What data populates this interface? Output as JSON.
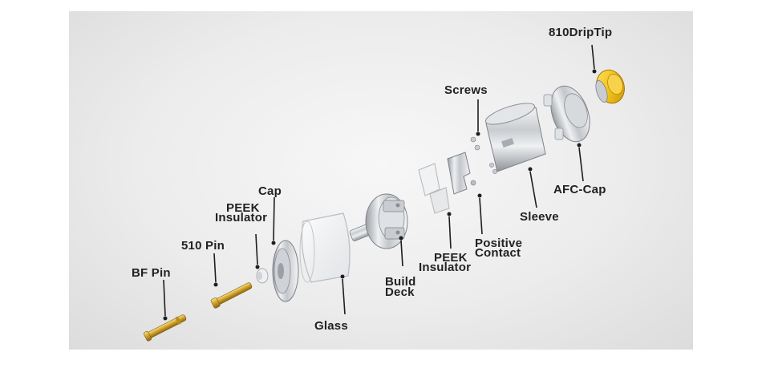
{
  "labels": {
    "drip_tip": "810DripTip",
    "screws": "Screws",
    "afc_cap": "AFC-Cap",
    "sleeve": "Sleeve",
    "positive_contact_1": "Positive",
    "positive_contact_2": "Contact",
    "peek_insulator_deck_1": "PEEK",
    "peek_insulator_deck_2": "Insulator",
    "build_deck_1": "Build",
    "build_deck_2": "Deck",
    "cap": "Cap",
    "peek_insulator_pin_1": "PEEK",
    "peek_insulator_pin_2": "Insulator",
    "pin_510": "510 Pin",
    "bf_pin": "BF Pin",
    "glass": "Glass"
  },
  "colors": {
    "background": "#ebebeb",
    "label_text": "#222222",
    "gold": "#d4a52a",
    "steel": "#b9bcc0",
    "yellow_peek": "#f2c21a"
  }
}
